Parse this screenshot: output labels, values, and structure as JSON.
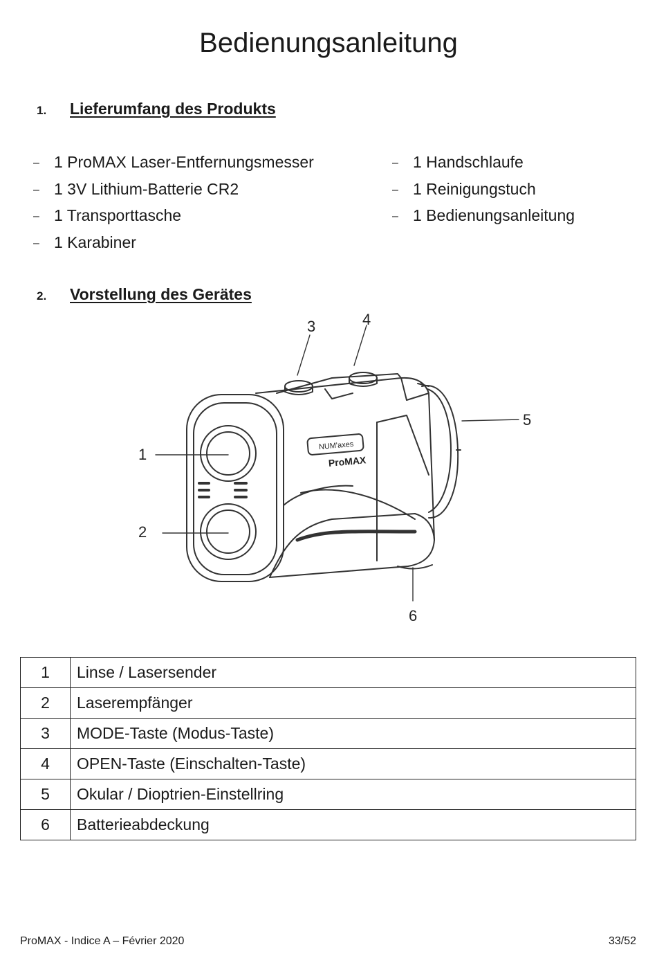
{
  "document": {
    "title": "Bedienungsanleitung",
    "section1": {
      "number": "1.",
      "title": "Lieferumfang des Produkts",
      "left_items": [
        "1 ProMAX Laser-Entfernungsmesser",
        "1 3V Lithium-Batterie CR2",
        "1 Transporttasche",
        "1 Karabiner"
      ],
      "right_items": [
        "1 Handschlaufe",
        "1 Reinigungstuch",
        "1 Bedienungsanleitung"
      ],
      "bullet": "–"
    },
    "section2": {
      "number": "2.",
      "title": "Vorstellung des Gerätes"
    },
    "figure": {
      "brand_label": "NUM'axes",
      "model_label": "ProMAX",
      "callouts": [
        "1",
        "2",
        "3",
        "4",
        "5",
        "6"
      ]
    },
    "legend": [
      {
        "num": "1",
        "label": "Linse / Lasersender"
      },
      {
        "num": "2",
        "label": "Laserempfänger"
      },
      {
        "num": "3",
        "label": "MODE-Taste (Modus-Taste)"
      },
      {
        "num": "4",
        "label": "OPEN-Taste (Einschalten-Taste)"
      },
      {
        "num": "5",
        "label": "Okular / Dioptrien-Einstellring"
      },
      {
        "num": "6",
        "label": "Batterieabdeckung"
      }
    ],
    "footer": {
      "left": "ProMAX - Indice A – Février 2020",
      "right": "33/52"
    }
  }
}
